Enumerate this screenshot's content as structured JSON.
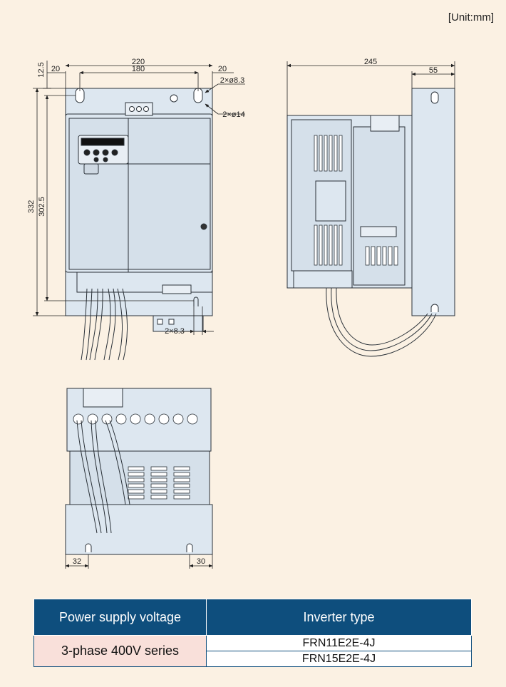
{
  "unit_label": "[Unit:mm]",
  "dimensions": {
    "top_offset": "12.5",
    "left_offset": "20",
    "overall_width": "220",
    "mount_pitch": "180",
    "right_offset": "20",
    "small_hole": "2×ø8.3",
    "large_hole": "2×ø14",
    "overall_height": "332",
    "mount_height": "302.5",
    "slot_width": "2×8.3",
    "depth": "245",
    "depth_part": "55",
    "bottom_left": "32",
    "bottom_right": "30"
  },
  "spec_table": {
    "header_voltage": "Power supply voltage",
    "header_type": "Inverter type",
    "voltage": "3-phase 400V series",
    "models": [
      "FRN11E2E-4J",
      "FRN15E2E-4J"
    ]
  },
  "colors": {
    "body": "#dde7f0",
    "line": "#2a3138",
    "header_bg": "#0e4e7d",
    "voltage_bg": "#f9e0da",
    "background": "#fbf1e3"
  }
}
